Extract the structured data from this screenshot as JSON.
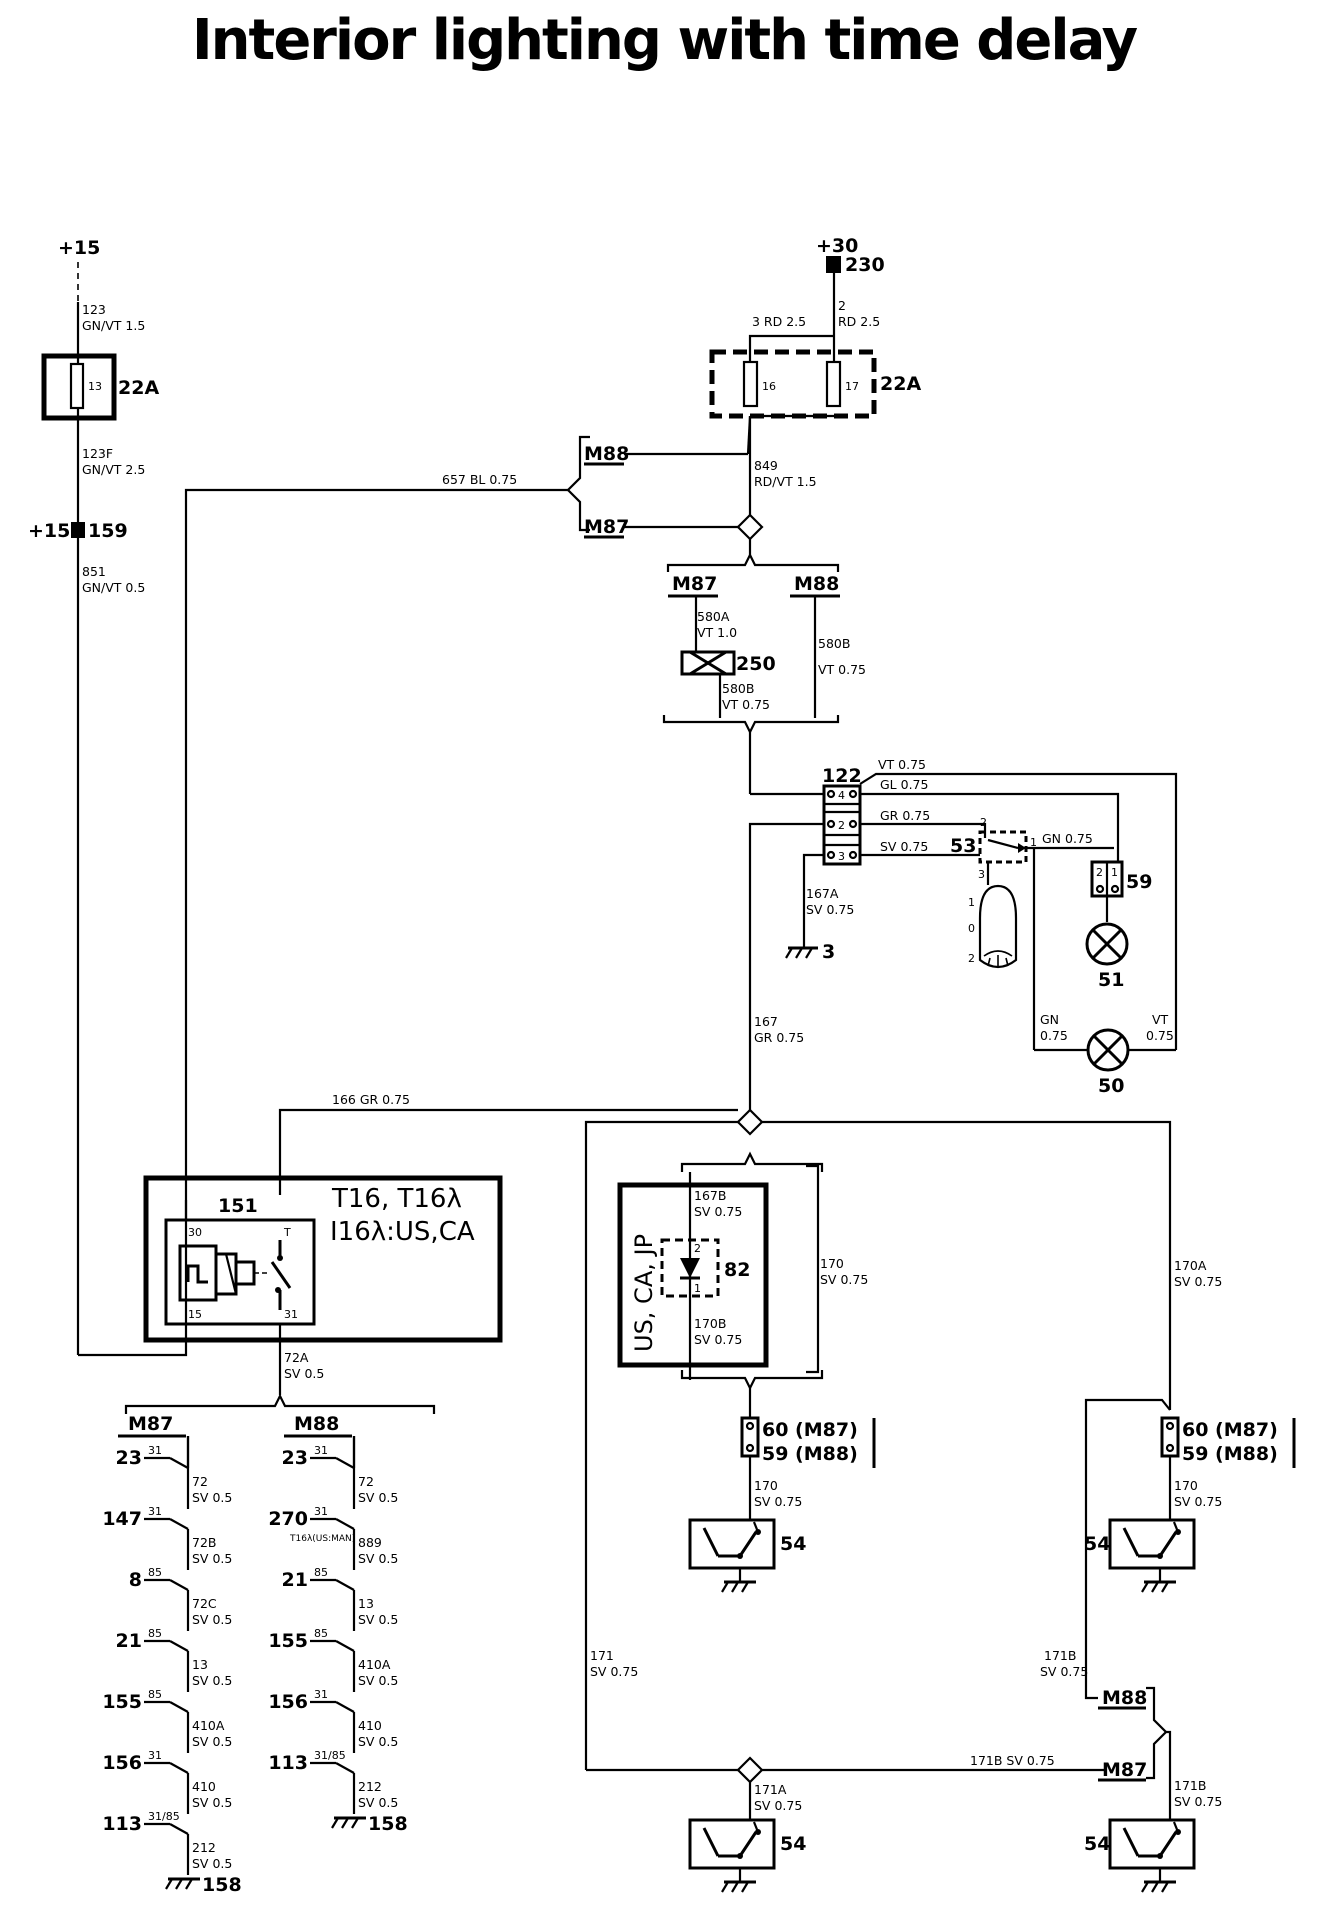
{
  "title": "Interior lighting with time delay",
  "supplies": {
    "plus15": "+15",
    "plus30": "+30",
    "plus15_159": "+15",
    "n159": "159",
    "n230": "230"
  },
  "fuses": {
    "left": "22A",
    "right": "22A",
    "pin13": "13",
    "pin16": "16",
    "pin17": "17"
  },
  "wires": {
    "w123": "123",
    "w123c": "GN/VT 1.5",
    "w123F": "123F",
    "w123Fc": "GN/VT 2.5",
    "w851": "851",
    "w851c": "GN/VT 0.5",
    "w657": "657 BL 0.75",
    "w3rd": "3 RD 2.5",
    "w2": "2",
    "w2c": "RD 2.5",
    "w849": "849",
    "w849c": "RD/VT 1.5",
    "w580A": "580A",
    "w580Ac": "VT 1.0",
    "w580B_r": "580B",
    "w580B_rc": "VT 0.75",
    "w580B_l": "580B",
    "w580B_lc": "VT 0.75",
    "wVT": "VT 0.75",
    "wGL": "GL 0.75",
    "wGR": "GR 0.75",
    "wSV": "SV 0.75",
    "wGN": "GN 0.75",
    "w167A": "167A",
    "w167Ac": "SV 0.75",
    "w167": "167",
    "w167c": "GR 0.75",
    "wGN50": "GN",
    "wGN50c": "0.75",
    "wVT50": "VT",
    "wVT50c": "0.75",
    "w166": "166 GR 0.75",
    "w72A": "72A",
    "w72Ac": "SV 0.5",
    "w167B": "167B",
    "w167Bc": "SV 0.75",
    "w170B": "170B",
    "w170Bc": "SV 0.75",
    "w170": "170",
    "w170c": "SV 0.75",
    "w170A": "170A",
    "w170Ac": "SV 0.75",
    "w170_1": "170",
    "w170_1c": "SV 0.75",
    "w170_2": "170",
    "w170_2c": "SV 0.75",
    "w171": "171",
    "w171c": "SV 0.75",
    "w171B": "171B",
    "w171Bc": "SV 0.75",
    "w171Bh": "171B SV 0.75",
    "w171A": "171A",
    "w171Ac": "SV 0.75",
    "w171B2": "171B",
    "w171B2c": "SV 0.75"
  },
  "markers": {
    "M88": "M88",
    "M87": "M87"
  },
  "components": {
    "c250": "250",
    "c122": "122",
    "c53": "53",
    "c59": "59",
    "c51": "51",
    "c50": "50",
    "c3": "3",
    "c151": "151",
    "c82": "82",
    "c54": "54",
    "c60a": "60 (M87)",
    "c59a": "59 (M88)",
    "c60b": "60 (M87)",
    "c59b": "59 (M88)",
    "variant1": "T16,  T16λ",
    "variant2": "I16λ:US,CA",
    "market": "US,  CA,  JP",
    "p30": "30",
    "pT": "T",
    "p15": "15",
    "p31": "31",
    "p4": "4",
    "p2": "2",
    "p3": "3",
    "p1": "1",
    "p0": "0"
  },
  "ladder_left": {
    "header": "M87",
    "rows": [
      {
        "n": "23",
        "t": "31",
        "w": "72",
        "c": "SV 0.5"
      },
      {
        "n": "147",
        "t": "31",
        "w": "72B",
        "c": "SV 0.5"
      },
      {
        "n": "8",
        "t": "85",
        "w": "72C",
        "c": "SV 0.5"
      },
      {
        "n": "21",
        "t": "85",
        "w": "13",
        "c": "SV 0.5"
      },
      {
        "n": "155",
        "t": "85",
        "w": "410A",
        "c": "SV 0.5"
      },
      {
        "n": "156",
        "t": "31",
        "w": "410",
        "c": "SV 0.5"
      },
      {
        "n": "113",
        "t": "31/85",
        "w": "212",
        "c": "SV 0.5"
      }
    ],
    "ground": "158"
  },
  "ladder_right": {
    "header": "M88",
    "rows": [
      {
        "n": "23",
        "t": "31",
        "w": "72",
        "c": "SV 0.5"
      },
      {
        "n": "270",
        "t": "31",
        "w": "889",
        "c": "SV 0.5",
        "note": "T16λ(US:MAN)"
      },
      {
        "n": "21",
        "t": "85",
        "w": "13",
        "c": "SV 0.5"
      },
      {
        "n": "155",
        "t": "85",
        "w": "410A",
        "c": "SV 0.5"
      },
      {
        "n": "156",
        "t": "31",
        "w": "410",
        "c": "SV 0.5"
      },
      {
        "n": "113",
        "t": "31/85",
        "w": "212",
        "c": "SV 0.5"
      }
    ],
    "ground": "158"
  }
}
